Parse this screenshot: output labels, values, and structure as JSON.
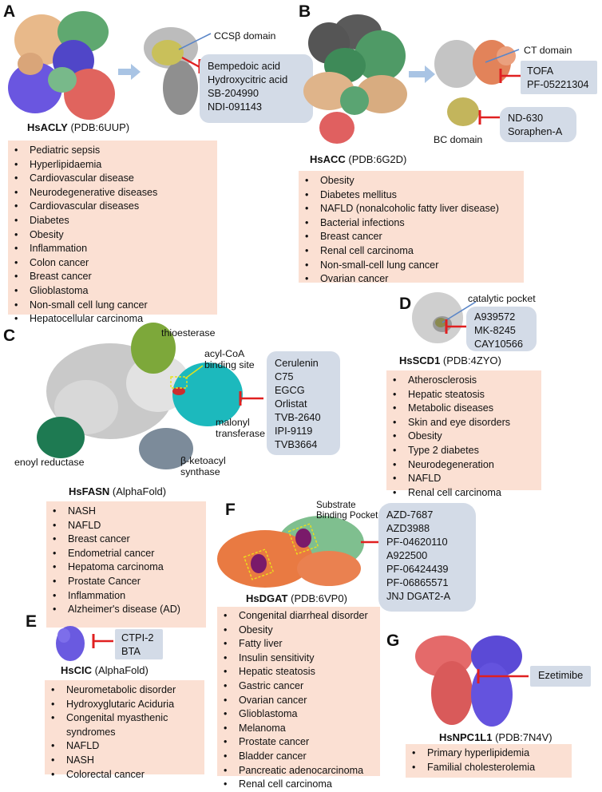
{
  "panels": {
    "A": {
      "letter": "A",
      "protein_name": "HsACLY",
      "pdb": "(PDB:6UUP)",
      "domain_label": "CCSβ domain",
      "drugs": [
        "Bempedoic acid",
        "Hydroxycitric acid",
        "SB-204990",
        "NDI-091143"
      ],
      "diseases": [
        "Pediatric sepsis",
        "Hyperlipidaemia",
        "Cardiovascular disease",
        "Neurodegenerative diseases",
        "Cardiovascular diseases",
        "Diabetes",
        "Obesity",
        "Inflammation",
        "Colon cancer",
        "Breast cancer",
        "Glioblastoma",
        "Non-small cell lung cancer",
        "Hepatocellular carcinoma"
      ]
    },
    "B": {
      "letter": "B",
      "protein_name": "HsACC",
      "pdb": "(PDB:6G2D)",
      "ct_label": "CT domain",
      "bc_label": "BC domain",
      "ct_drugs": [
        "TOFA",
        "PF-05221304"
      ],
      "bc_drugs": [
        "ND-630",
        "Soraphen-A"
      ],
      "diseases": [
        "Obesity",
        "Diabetes mellitus",
        "NAFLD (nonalcoholic fatty liver disease)",
        "Bacterial infections",
        "Breast cancer",
        "Renal cell carcinoma",
        "Non-small-cell lung cancer",
        "Ovarian cancer"
      ]
    },
    "C": {
      "letter": "C",
      "protein_name": "HsFASN",
      "source": "(AlphaFold)",
      "thioesterase_label": "thioesterase",
      "acyl_label": "acyl-CoA binding site",
      "malonyl_label": "malonyl transferase",
      "enoyl_label": "enoyl reductase",
      "ketoacyl_label": "β-ketoacyl synthase",
      "drugs": [
        "Cerulenin",
        "C75",
        "EGCG",
        "Orlistat",
        "TVB-2640",
        "IPI-9119",
        "TVB3664"
      ],
      "diseases": [
        "NASH",
        "NAFLD",
        "Breast cancer",
        "Endometrial cancer",
        "Hepatoma carcinoma",
        "Prostate Cancer",
        "Inflammation",
        "Alzheimer's disease (AD)"
      ]
    },
    "D": {
      "letter": "D",
      "protein_name": "HsSCD1",
      "pdb": "(PDB:4ZYO)",
      "pocket_label": "catalytic pocket",
      "drugs": [
        "A939572",
        "MK-8245",
        "CAY10566"
      ],
      "diseases": [
        "Atherosclerosis",
        "Hepatic steatosis",
        "Metabolic diseases",
        "Skin and eye disorders",
        "Obesity",
        "Type 2 diabetes",
        "Neurodegeneration",
        "NAFLD",
        "Renal cell carcinoma"
      ]
    },
    "E": {
      "letter": "E",
      "protein_name": "HsCIC",
      "source": "(AlphaFold)",
      "drugs": [
        "CTPI-2",
        "BTA"
      ],
      "diseases": [
        "Neurometabolic disorder",
        "Hydroxyglutaric Aciduria",
        "Congenital myasthenic syndromes",
        "NAFLD",
        "NASH",
        "Colorectal cancer"
      ]
    },
    "F": {
      "letter": "F",
      "protein_name": "HsDGAT",
      "pdb": "(PDB:6VP0)",
      "pocket_label": "Substrate Binding Pocket",
      "drugs": [
        "AZD-7687",
        "AZD3988",
        "PF-04620110",
        "A922500",
        "PF-06424439",
        "PF-06865571",
        "JNJ DGAT2-A"
      ],
      "diseases": [
        "Congenital diarrheal disorder",
        "Obesity",
        "Fatty liver",
        "Insulin sensitivity",
        "Hepatic steatosis",
        "Gastric cancer",
        "Ovarian cancer",
        "Glioblastoma",
        "Melanoma",
        "Prostate cancer",
        "Bladder cancer",
        "Pancreatic adenocarcinoma",
        "Renal cell carcinoma"
      ]
    },
    "G": {
      "letter": "G",
      "protein_name": "HsNPC1L1",
      "pdb": "(PDB:7N4V)",
      "drugs": [
        "Ezetimibe"
      ],
      "diseases": [
        "Primary hyperlipidemia",
        "Familial cholesterolemia"
      ]
    }
  },
  "colors": {
    "disease_bg": "#fbe0d3",
    "drug_bg": "#d3dbe7",
    "inhibitor_red": "#e02020",
    "pointer_blue": "#5b86c8",
    "arrow_blue": "#a9c4e4"
  }
}
